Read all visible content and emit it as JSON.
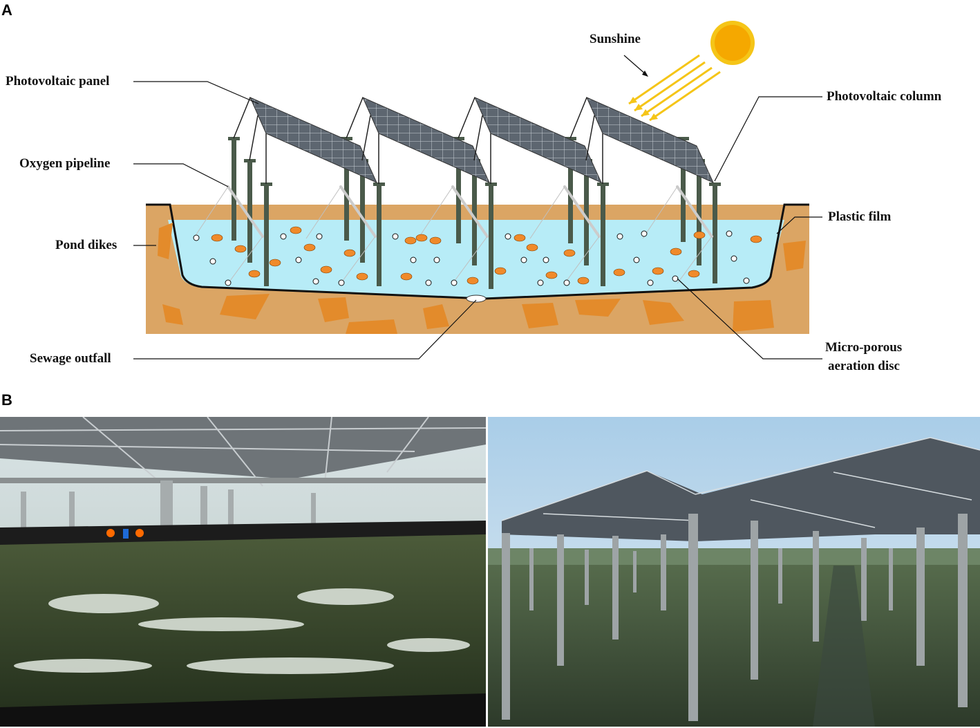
{
  "panel_a": {
    "letter": "A",
    "labels": {
      "sunshine": "Sunshine",
      "photovoltaic_panel": "Photovoltaic panel",
      "photovoltaic_column": "Photovoltaic column",
      "oxygen_pipeline": "Oxygen pipeline",
      "plastic_film": "Plastic film",
      "pond_dikes": "Pond dikes",
      "sewage_outfall": "Sewage outfall",
      "aeration_line1": "Micro-porous",
      "aeration_line2": "aeration disc"
    },
    "colors": {
      "water": "#b7ecf7",
      "soil": "#dba564",
      "rock": "#e38b2b",
      "column": "#4a5a4a",
      "sun": "#f5a800",
      "ray": "#f5c518"
    }
  },
  "panel_b": {
    "letter": "B",
    "photos": [
      "shrimp-pond-under-solar-panels",
      "solar-array-over-pond"
    ]
  }
}
